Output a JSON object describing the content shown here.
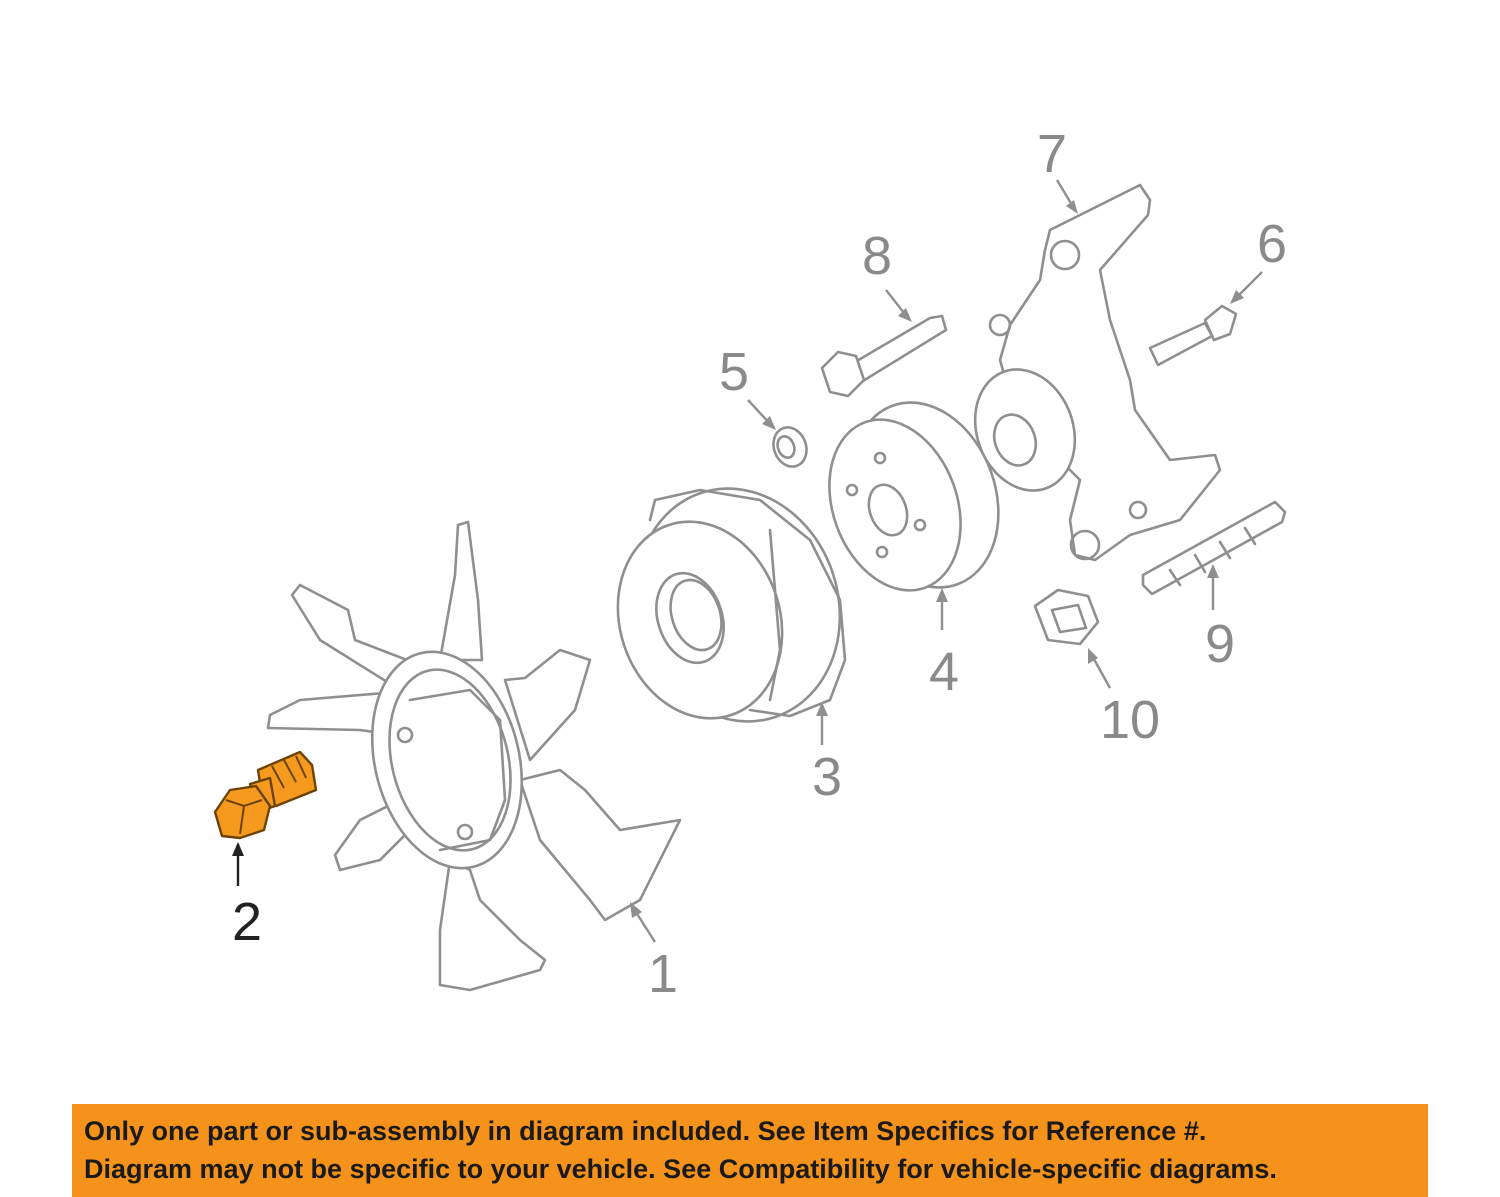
{
  "callouts": [
    {
      "id": "1",
      "label": "1"
    },
    {
      "id": "2",
      "label": "2",
      "highlighted": true
    },
    {
      "id": "3",
      "label": "3"
    },
    {
      "id": "4",
      "label": "4"
    },
    {
      "id": "5",
      "label": "5"
    },
    {
      "id": "6",
      "label": "6"
    },
    {
      "id": "7",
      "label": "7"
    },
    {
      "id": "8",
      "label": "8"
    },
    {
      "id": "9",
      "label": "9"
    },
    {
      "id": "10",
      "label": "10"
    }
  ],
  "colors": {
    "highlight_part": "#f59a1e",
    "banner_background": "#f5921b",
    "line_art": "#8f8f8f"
  },
  "banner": {
    "line1": "Only one part or sub-assembly in diagram included. See Item Specifics for Reference #.",
    "line2": "Diagram may not be specific to your vehicle. See Compatibility for vehicle-specific diagrams."
  }
}
